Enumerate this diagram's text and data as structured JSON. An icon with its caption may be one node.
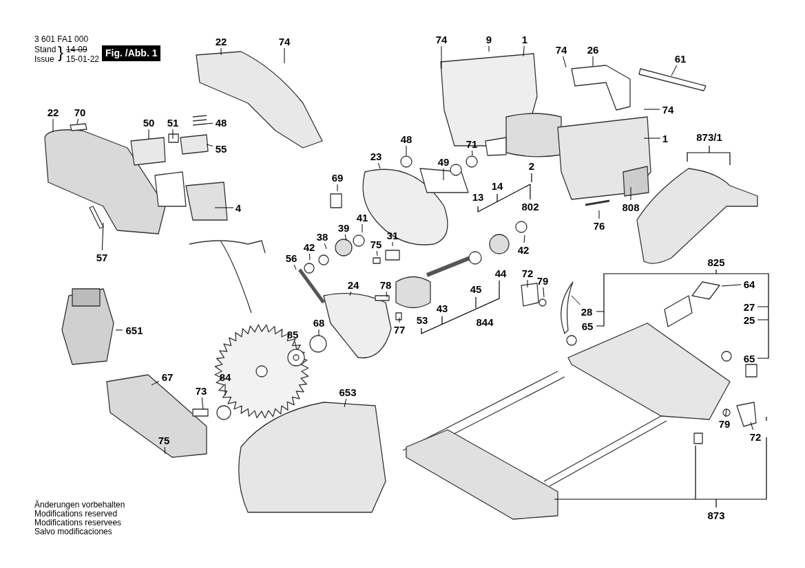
{
  "diagram": {
    "nodes": [
      {
        "text": [
          "22"
        ]
      },
      {
        "text": [
          "74"
        ]
      },
      {
        "text": [
          "74"
        ]
      },
      {
        "text": [
          "9"
        ]
      },
      {
        "text": [
          "1"
        ]
      },
      {
        "text": [
          "74"
        ]
      },
      {
        "text": [
          "26"
        ]
      },
      {
        "text": [
          "61"
        ]
      },
      {
        "text": [
          "74"
        ]
      },
      {
        "text": [
          "1"
        ]
      },
      {
        "text": [
          "873/1"
        ]
      },
      {
        "text": [
          "22"
        ]
      },
      {
        "text": [
          "70"
        ]
      },
      {
        "text": [
          "50"
        ]
      },
      {
        "text": [
          "51"
        ]
      },
      {
        "text": [
          "48"
        ]
      },
      {
        "text": [
          "55"
        ]
      },
      {
        "text": [
          "23"
        ]
      },
      {
        "text": [
          "48"
        ]
      },
      {
        "text": [
          "71"
        ]
      },
      {
        "text": [
          "49"
        ]
      },
      {
        "text": [
          "2"
        ]
      },
      {
        "text": [
          "69"
        ]
      },
      {
        "text": [
          "14"
        ]
      },
      {
        "text": [
          "13"
        ]
      },
      {
        "text": [
          "802"
        ]
      },
      {
        "text": [
          "808"
        ]
      },
      {
        "text": [
          "4"
        ]
      },
      {
        "text": [
          "76"
        ]
      },
      {
        "text": [
          "57"
        ]
      },
      {
        "text": [
          "39"
        ]
      },
      {
        "text": [
          "41"
        ]
      },
      {
        "text": [
          "38"
        ]
      },
      {
        "text": [
          "42"
        ]
      },
      {
        "text": [
          "31"
        ]
      },
      {
        "text": [
          "75"
        ]
      },
      {
        "text": [
          "42"
        ]
      },
      {
        "text": [
          "56"
        ]
      },
      {
        "text": [
          "825"
        ]
      },
      {
        "text": [
          "72"
        ]
      },
      {
        "text": [
          "79"
        ]
      },
      {
        "text": [
          "44"
        ]
      },
      {
        "text": [
          "24"
        ]
      },
      {
        "text": [
          "78"
        ]
      },
      {
        "text": [
          "64"
        ]
      },
      {
        "text": [
          "45"
        ]
      },
      {
        "text": [
          "28"
        ]
      },
      {
        "text": [
          "27"
        ]
      },
      {
        "text": [
          "43"
        ]
      },
      {
        "text": [
          "25"
        ]
      },
      {
        "text": [
          "53"
        ]
      },
      {
        "text": [
          "844"
        ]
      },
      {
        "text": [
          "68"
        ]
      },
      {
        "text": [
          "77"
        ]
      },
      {
        "text": [
          "65"
        ]
      },
      {
        "text": [
          "651"
        ]
      },
      {
        "text": [
          "85"
        ]
      },
      {
        "text": [
          "65"
        ]
      },
      {
        "text": [
          "67"
        ]
      },
      {
        "text": [
          "84"
        ]
      },
      {
        "text": [
          "73"
        ]
      },
      {
        "text": [
          "653"
        ]
      },
      {
        "text": [
          "79"
        ]
      },
      {
        "text": [
          "75"
        ]
      },
      {
        "text": [
          "72"
        ]
      },
      {
        "text": [
          "873"
        ]
      }
    ],
    "edges": [
      {
        "from": 0,
        "to": null,
        "arrow": "none"
      },
      {
        "from": 1,
        "to": null,
        "arrow": "none"
      },
      {
        "from": 2,
        "to": null,
        "arrow": "none"
      },
      {
        "from": 3,
        "to": null,
        "arrow": "none"
      },
      {
        "from": 4,
        "to": null,
        "arrow": "none"
      },
      {
        "from": 5,
        "to": null,
        "arrow": "none"
      },
      {
        "from": 6,
        "to": null,
        "arrow": "none"
      },
      {
        "from": 7,
        "to": null,
        "arrow": "none"
      },
      {
        "from": 8,
        "to": null,
        "arrow": "none"
      },
      {
        "from": 9,
        "to": null,
        "arrow": "none"
      },
      {
        "from": 11,
        "to": null,
        "arrow": "none"
      },
      {
        "from": 12,
        "to": null,
        "arrow": "none"
      },
      {
        "from": 13,
        "to": null,
        "arrow": "none"
      },
      {
        "from": 14,
        "to": null,
        "arrow": "none"
      },
      {
        "from": 15,
        "to": null,
        "arrow": "none"
      },
      {
        "from": 16,
        "to": null,
        "arrow": "none"
      },
      {
        "from": 17,
        "to": null,
        "arrow": "none"
      },
      {
        "from": 18,
        "to": null,
        "arrow": "none"
      },
      {
        "from": 19,
        "to": null,
        "arrow": "none"
      },
      {
        "from": 20,
        "to": null,
        "arrow": "none"
      },
      {
        "from": 22,
        "to": null,
        "arrow": "none"
      },
      {
        "from": 26,
        "to": null,
        "arrow": "none"
      },
      {
        "from": 27,
        "to": null,
        "arrow": "none"
      },
      {
        "from": 28,
        "to": null,
        "arrow": "none"
      },
      {
        "from": 29,
        "to": null,
        "arrow": "none"
      },
      {
        "from": 30,
        "to": null,
        "arrow": "none"
      },
      {
        "from": 31,
        "to": null,
        "arrow": "none"
      },
      {
        "from": 32,
        "to": null,
        "arrow": "none"
      },
      {
        "from": 33,
        "to": null,
        "arrow": "none"
      },
      {
        "from": 34,
        "to": null,
        "arrow": "none"
      },
      {
        "from": 35,
        "to": null,
        "arrow": "none"
      },
      {
        "from": 36,
        "to": null,
        "arrow": "none"
      },
      {
        "from": 37,
        "to": null,
        "arrow": "none"
      },
      {
        "from": 39,
        "to": null,
        "arrow": "none"
      },
      {
        "from": 40,
        "to": null,
        "arrow": "none"
      },
      {
        "from": 42,
        "to": null,
        "arrow": "none"
      },
      {
        "from": 43,
        "to": null,
        "arrow": "none"
      },
      {
        "from": 44,
        "to": null,
        "arrow": "none"
      },
      {
        "from": 46,
        "to": null,
        "arrow": "none"
      },
      {
        "from": 52,
        "to": null,
        "arrow": "none"
      },
      {
        "from": 53,
        "to": null,
        "arrow": "none"
      },
      {
        "from": 55,
        "to": null,
        "arrow": "none"
      },
      {
        "from": 56,
        "to": null,
        "arrow": "none"
      },
      {
        "from": 58,
        "to": null,
        "arrow": "none"
      },
      {
        "from": 59,
        "to": null,
        "arrow": "none"
      },
      {
        "from": 60,
        "to": null,
        "arrow": "none"
      },
      {
        "from": 61,
        "to": null,
        "arrow": "none"
      },
      {
        "from": 62,
        "to": null,
        "arrow": "none"
      },
      {
        "from": 63,
        "to": null,
        "arrow": "none"
      },
      {
        "from": 64,
        "to": null,
        "arrow": "none"
      }
    ],
    "labels": [
      "3 601 FA1 000",
      "Stand",
      "Issue",
      "}",
      "14-09",
      "15-01-22",
      "Fig. /Abb. 1",
      "Änderungen vorbehalten",
      "Modifications reserved",
      "Modifications reservees",
      "Salvo modificaciones"
    ]
  }
}
